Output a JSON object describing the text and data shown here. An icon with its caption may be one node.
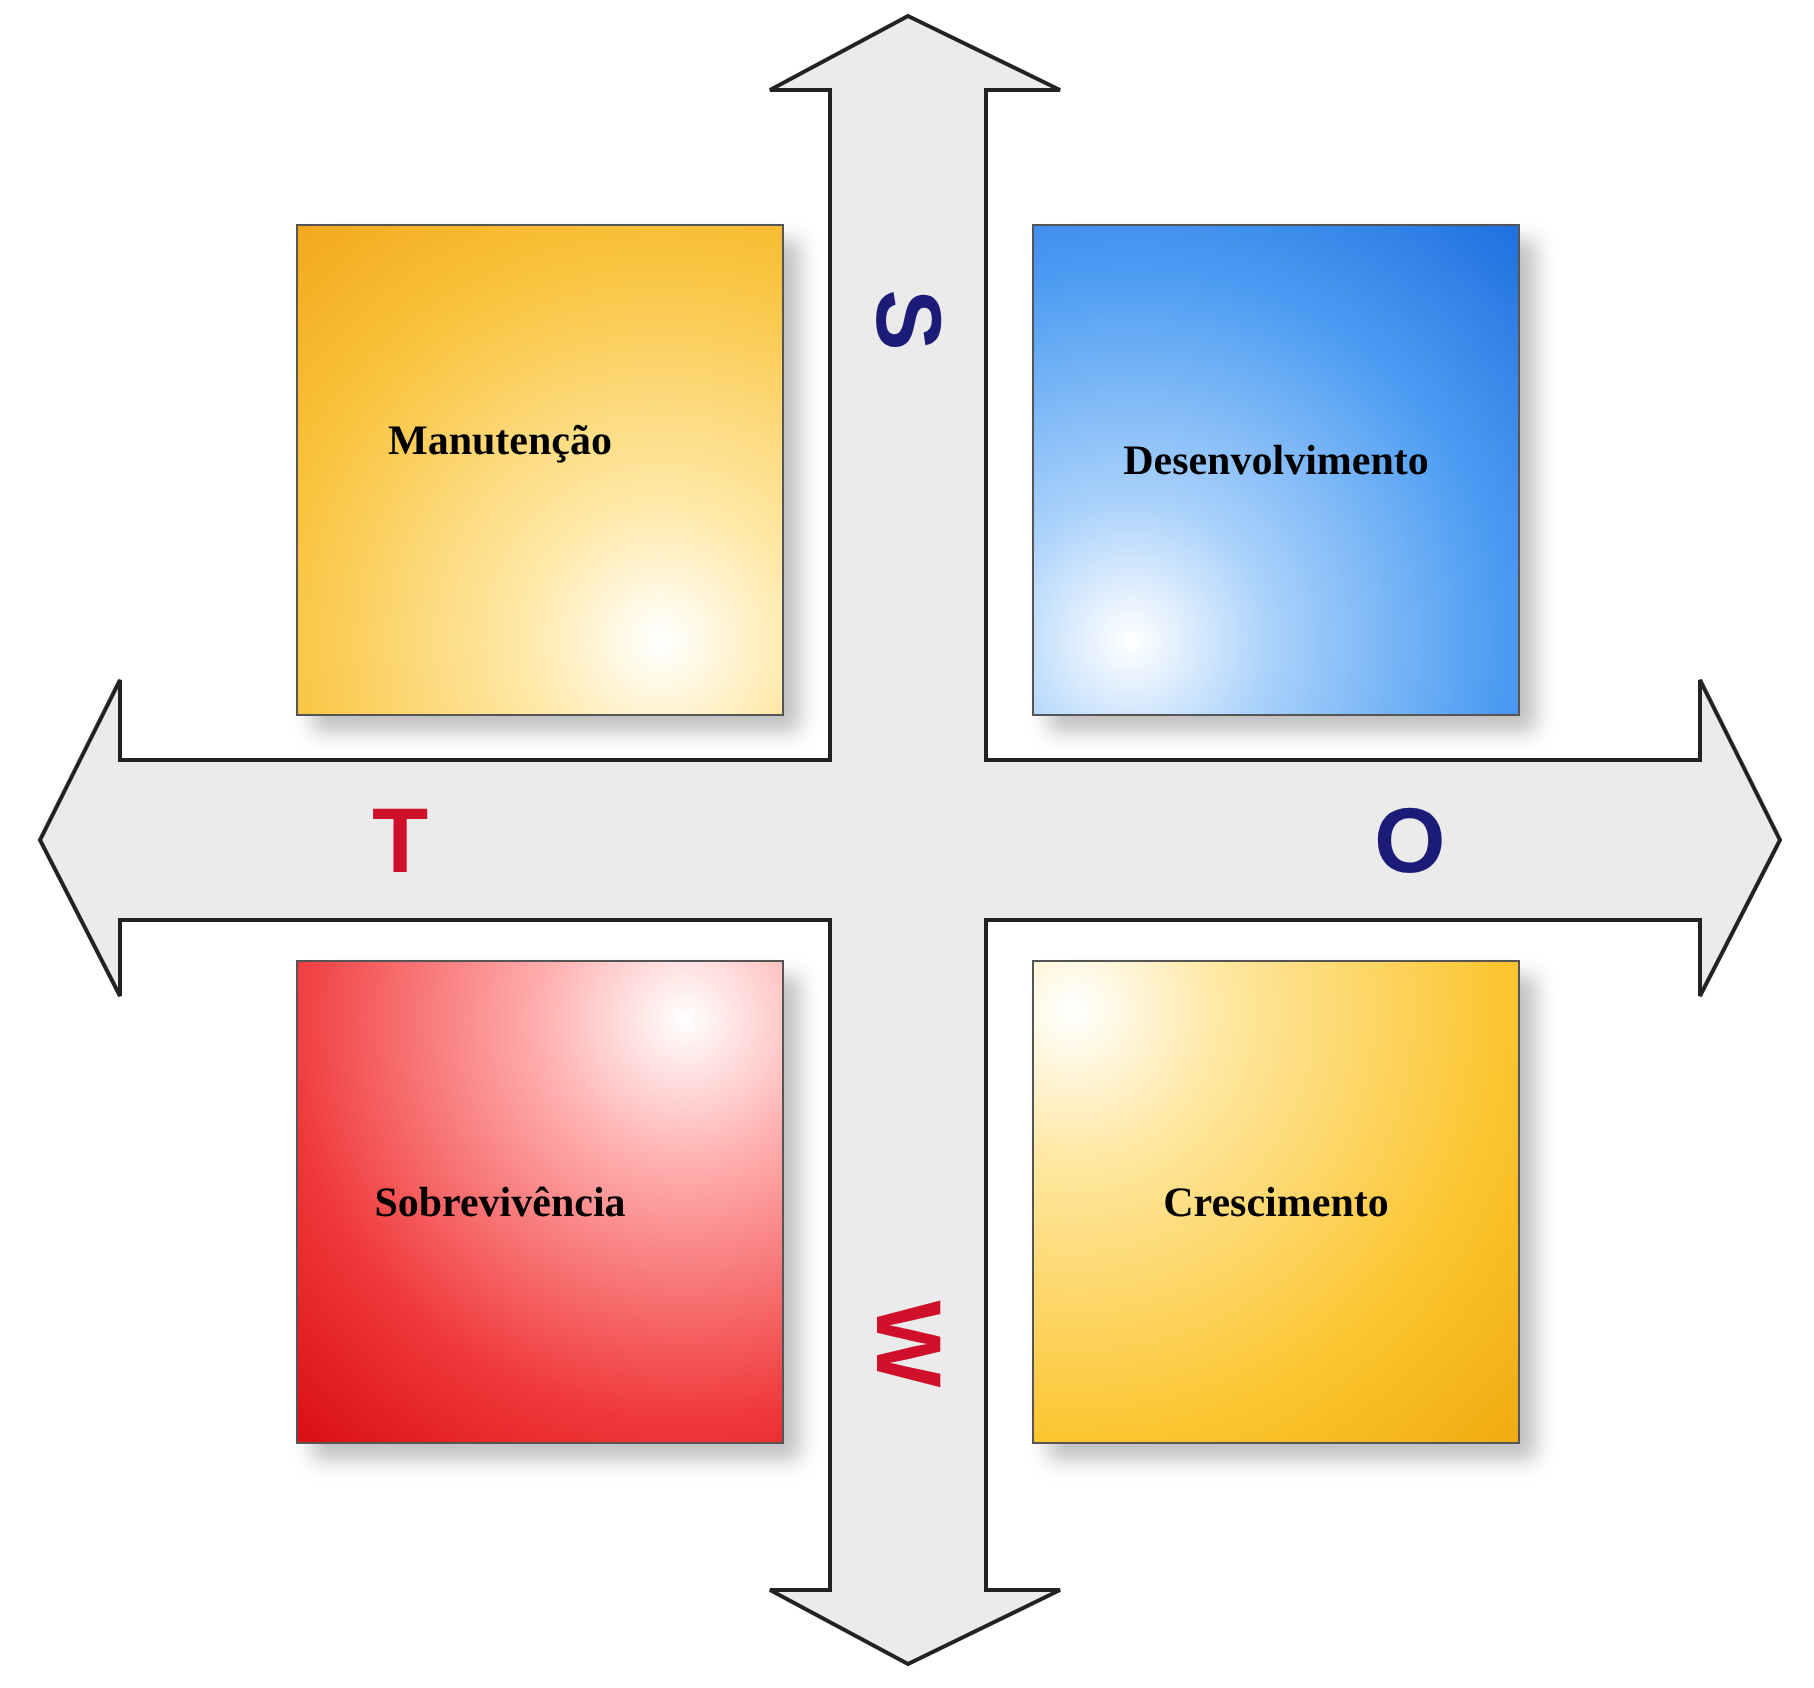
{
  "diagram": {
    "nodes": [
      {
        "text": [
          "Manutenção"
        ]
      },
      {
        "text": [
          "Desenvolvimento"
        ]
      },
      {
        "text": [
          "Sobrevivência"
        ]
      },
      {
        "text": [
          "Crescimento"
        ]
      }
    ],
    "labels": [
      "S",
      "T",
      "O",
      "W"
    ]
  }
}
